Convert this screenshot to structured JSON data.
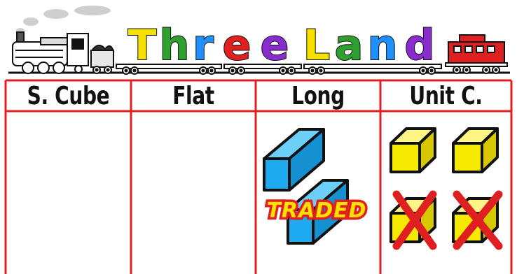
{
  "title": {
    "letters": [
      {
        "ch": "T",
        "color": "#f5e000"
      },
      {
        "ch": "h",
        "color": "#2ea02e"
      },
      {
        "ch": "r",
        "color": "#1e90ff"
      },
      {
        "ch": "e",
        "color": "#e02020"
      },
      {
        "ch": "e",
        "color": "#8a2bd0"
      },
      {
        "ch": "L",
        "color": "#f5e000"
      },
      {
        "ch": "a",
        "color": "#2ea02e"
      },
      {
        "ch": "n",
        "color": "#1e90ff"
      },
      {
        "ch": "d",
        "color": "#8a2bd0"
      }
    ]
  },
  "columns": [
    {
      "label": "S. Cube"
    },
    {
      "label": "Flat"
    },
    {
      "label": "Long"
    },
    {
      "label": "Unit C."
    }
  ],
  "annotation": {
    "traded": "TRADED"
  },
  "colors": {
    "grid_line": "#e02020",
    "long_block": "#1eaaf0",
    "unit_cube": "#f5ea00",
    "cross": "#e02020",
    "caboose": "#e02020"
  },
  "icons": [
    "steam-locomotive-icon",
    "smoke-puff-icon",
    "flatcar-icon",
    "caboose-icon",
    "long-block-icon",
    "unit-cube-icon",
    "cross-out-icon"
  ]
}
